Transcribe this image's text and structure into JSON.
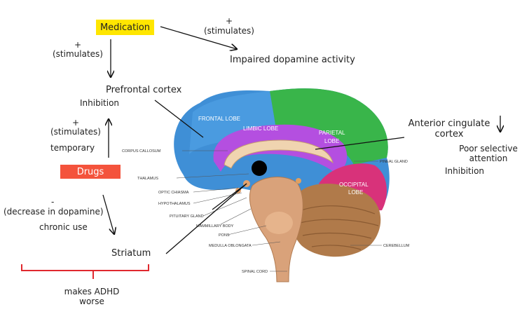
{
  "colors": {
    "medication_bg": "#ffe600",
    "drugs_bg": "#f4533c",
    "bracket": "#e0282e",
    "frontal": "#3f8fd6",
    "limbic": "#b44fe0",
    "parietal": "#39b54a",
    "occipital": "#d8327a",
    "cerebellum": "#b07a4a",
    "brainstem": "#d9a27a"
  },
  "nodes": {
    "medication": "Medication",
    "impaired_dopamine": "Impaired dopamine activity",
    "prefrontal": "Prefrontal cortex",
    "inhibition_left": "Inhibition",
    "drugs": "Drugs",
    "striatum": "Striatum",
    "anterior_cingulate": "Anterior cingulate cortex",
    "poor_attention": "Poor selective attention",
    "inhibition_right": "Inhibition",
    "makes_adhd_worse": "makes ADHD worse"
  },
  "edges": {
    "med_to_dopamine_sign": "+",
    "med_to_dopamine_text": "(stimulates)",
    "med_to_prefrontal_sign": "+",
    "med_to_prefrontal_text": "(stimulates)",
    "drugs_to_prefrontal_sign": "+",
    "drugs_to_prefrontal_text": "(stimulates)",
    "drugs_to_prefrontal_note": "temporary",
    "drugs_to_striatum_sign": "-",
    "drugs_to_striatum_text": "(decrease in dopamine)",
    "drugs_to_striatum_note": "chronic use"
  },
  "brain": {
    "lobes": {
      "frontal": "FRONTAL LOBE",
      "limbic": "LIMBIC LOBE",
      "parietal_1": "PARIETAL",
      "parietal_2": "LOBE",
      "occipital_1": "OCCIPITAL",
      "occipital_2": "LOBE"
    },
    "labels": {
      "corpus_callosum": "CORPUS CALLOSUM",
      "thalamus": "THALAMUS",
      "optic_chiasma": "OPTIC CHIASMA",
      "hypothalamus": "HYPOTHALAMUS",
      "pituitary": "PITUITARY GLAND",
      "mammillary": "MAMMILLARY BODY",
      "pons": "PONS",
      "medulla": "MEDULLA OBLONGATA",
      "spinal_cord": "SPINAL CORD",
      "pineal": "PINEAL GLAND",
      "cerebellum": "CEREBELLUM"
    }
  }
}
